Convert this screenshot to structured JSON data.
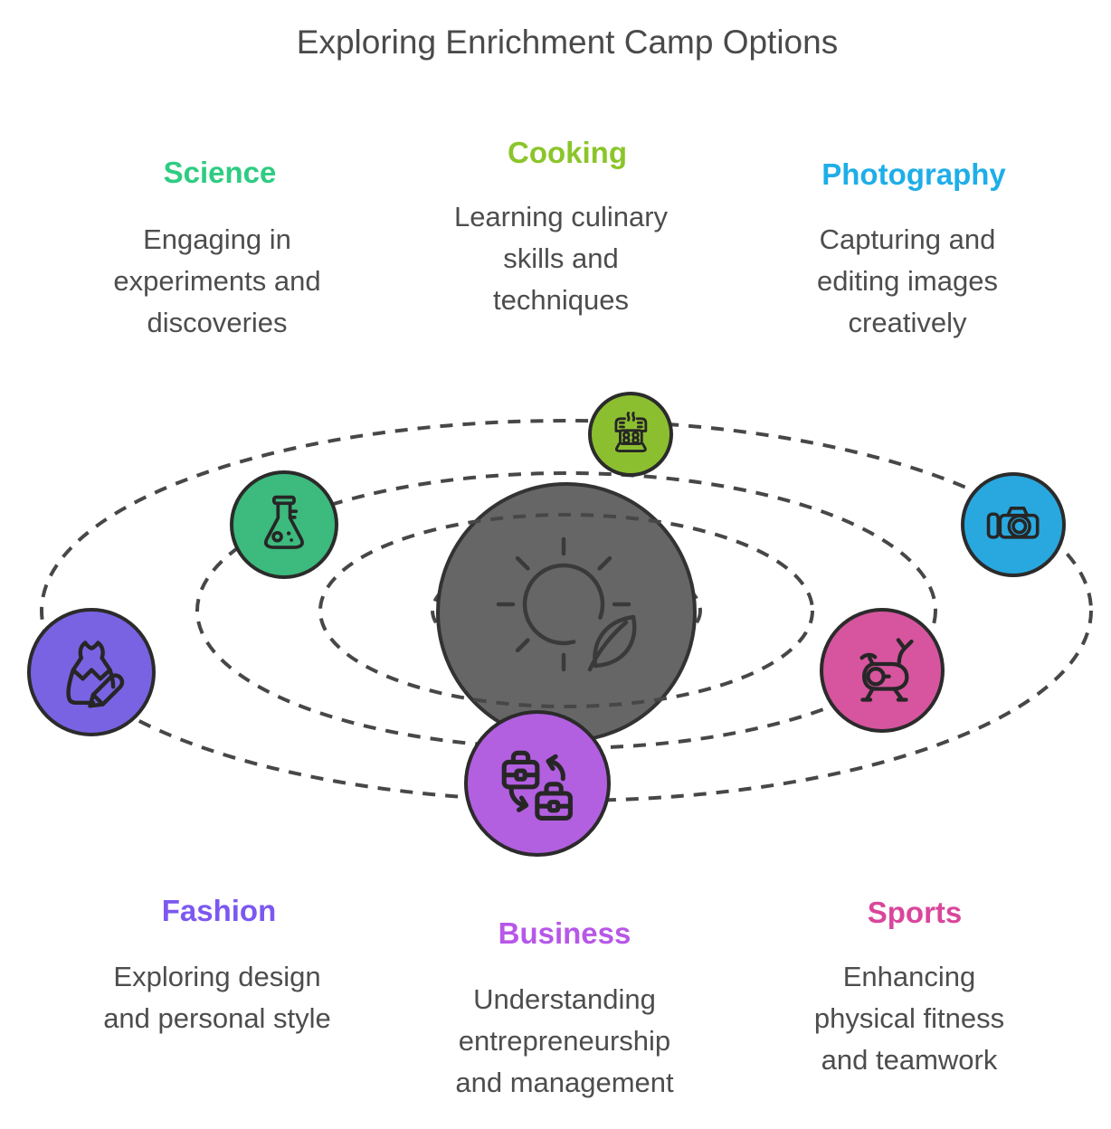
{
  "title": "Exploring Enrichment Camp Options",
  "center": {
    "icon": "sun-leaf-icon",
    "fill_color": "#666666",
    "stroke_color": "#333333"
  },
  "orbit": {
    "ring_color": "#474747",
    "ring_count": 4
  },
  "colors": {
    "body_text": "#4d4d4d",
    "title_text": "#4a4a4a",
    "icon_stroke": "#262626",
    "circle_outline": "#2b2b2b"
  },
  "categories": [
    {
      "id": "science",
      "label": "Science",
      "label_color": "#2ecc82",
      "circle_color": "#3dba7d",
      "icon": "flask-icon",
      "description": "Engaging in\nexperiments and\ndiscoveries"
    },
    {
      "id": "cooking",
      "label": "Cooking",
      "label_color": "#8bc52a",
      "circle_color": "#8cbf2f",
      "icon": "oven-tray-icon",
      "description": "Learning culinary\nskills and\ntechniques"
    },
    {
      "id": "photography",
      "label": "Photography",
      "label_color": "#1eaee8",
      "circle_color": "#29a8df",
      "icon": "camera-icon",
      "description": "Capturing and\nediting images\ncreatively"
    },
    {
      "id": "fashion",
      "label": "Fashion",
      "label_color": "#7c58f0",
      "circle_color": "#7963e2",
      "icon": "dress-pencil-icon",
      "description": "Exploring design\nand personal style"
    },
    {
      "id": "business",
      "label": "Business",
      "label_color": "#b757e8",
      "circle_color": "#b25fe0",
      "icon": "briefcase-swap-icon",
      "description": "Understanding\nentrepreneurship\nand management"
    },
    {
      "id": "sports",
      "label": "Sports",
      "label_color": "#d9469c",
      "circle_color": "#d6559e",
      "icon": "exercise-bike-icon",
      "description": "Enhancing\nphysical fitness\nand teamwork"
    }
  ]
}
